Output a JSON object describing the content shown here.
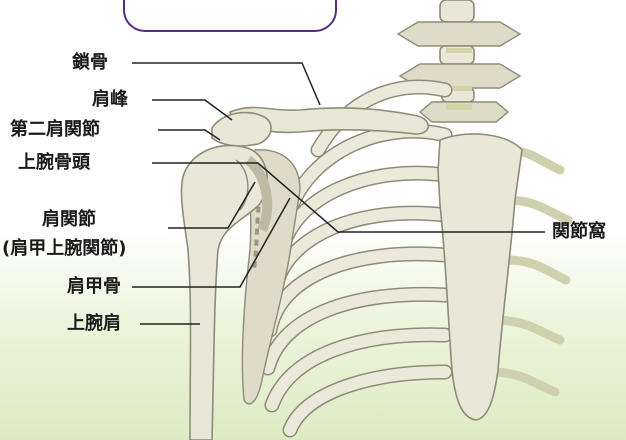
{
  "labels": {
    "clavicle": "鎖骨",
    "acromion": "肩峰",
    "second_shoulder_joint": "第二肩関節",
    "humeral_head": "上腕骨頭",
    "shoulder_joint": "肩関節",
    "glenohumeral_joint": "(肩甲上腕関節)",
    "scapula": "肩甲骨",
    "humerus": "上腕肩",
    "glenoid_fossa": "関節窩"
  },
  "colors": {
    "bone": "#e9e7d7",
    "bone_outline": "#8f8b78",
    "leader_line": "#222222",
    "frame_accent": "#5b2d82",
    "background_bottom": "#dcebc4"
  }
}
